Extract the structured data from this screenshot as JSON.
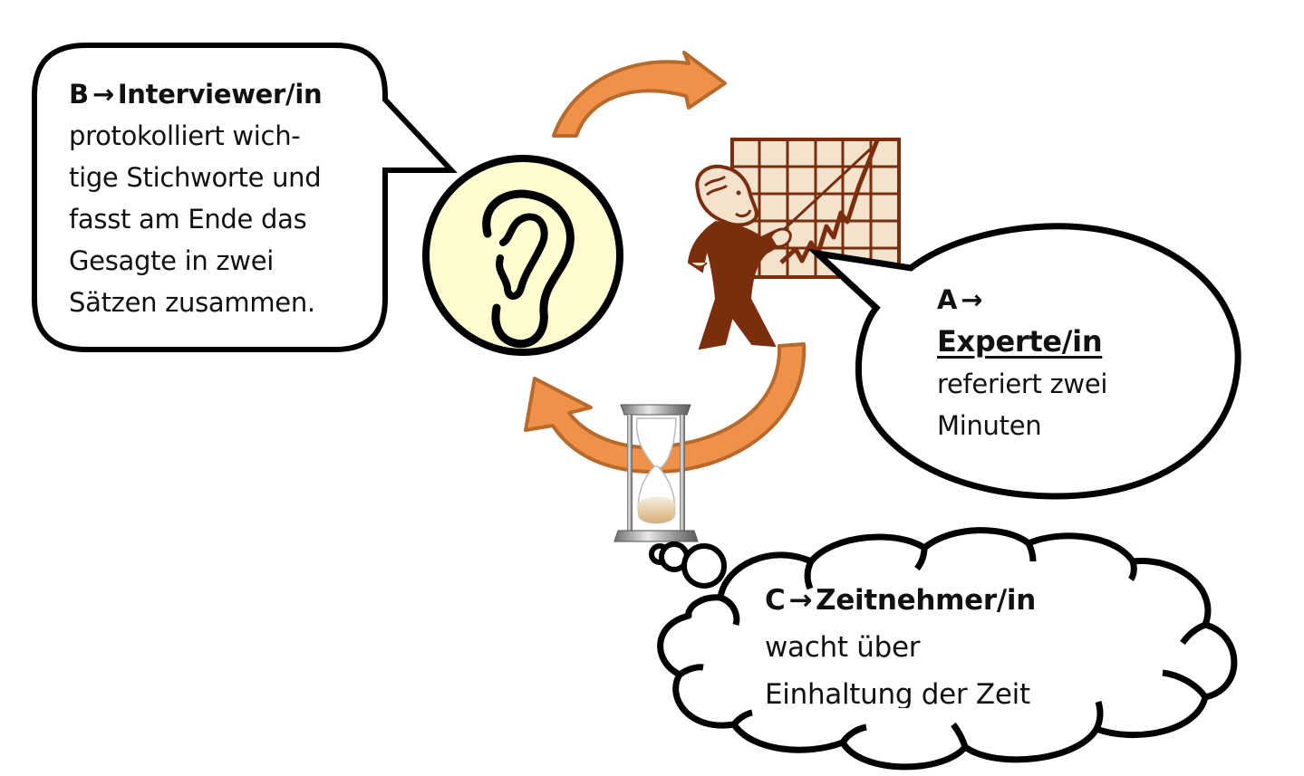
{
  "diagram": {
    "type": "cycle",
    "roles": [
      {
        "id": "B",
        "letter": "B",
        "arrow": "→",
        "title": "Interviewer/in",
        "lines": [
          "protokolliert wich-",
          "tige Stichworte und",
          "fasst am Ende das",
          "Gesagte in zwei",
          "Sätzen zusammen."
        ],
        "icon": "ear-icon",
        "bubble_shape": "speech-bubble-rounded-rect"
      },
      {
        "id": "A",
        "letter": "A",
        "arrow": "→",
        "title": "Experte/in",
        "title_underlined": true,
        "lines": [
          "referiert zwei",
          "Minuten"
        ],
        "icon": "presenter-chart-icon",
        "bubble_shape": "speech-bubble-oval"
      },
      {
        "id": "C",
        "letter": "C",
        "arrow": "→",
        "title": "Zeitnehmer/in",
        "lines": [
          "wacht über",
          "Einhaltung der Zeit"
        ],
        "icon": "hourglass-icon",
        "bubble_shape": "thought-cloud"
      }
    ],
    "cycle_arrows": [
      {
        "from": "B",
        "to": "A",
        "direction": "clockwise-top"
      },
      {
        "from": "A",
        "to": "B",
        "direction": "clockwise-bottom"
      }
    ],
    "colors": {
      "arrow_fill": "#F0914A",
      "arrow_stroke": "#B86A2C",
      "ear_circle_fill": "#FFFDD0",
      "presenter_brown": "#7A2E0E",
      "chart_bg": "#F3E2CC",
      "outline": "#000000"
    }
  }
}
